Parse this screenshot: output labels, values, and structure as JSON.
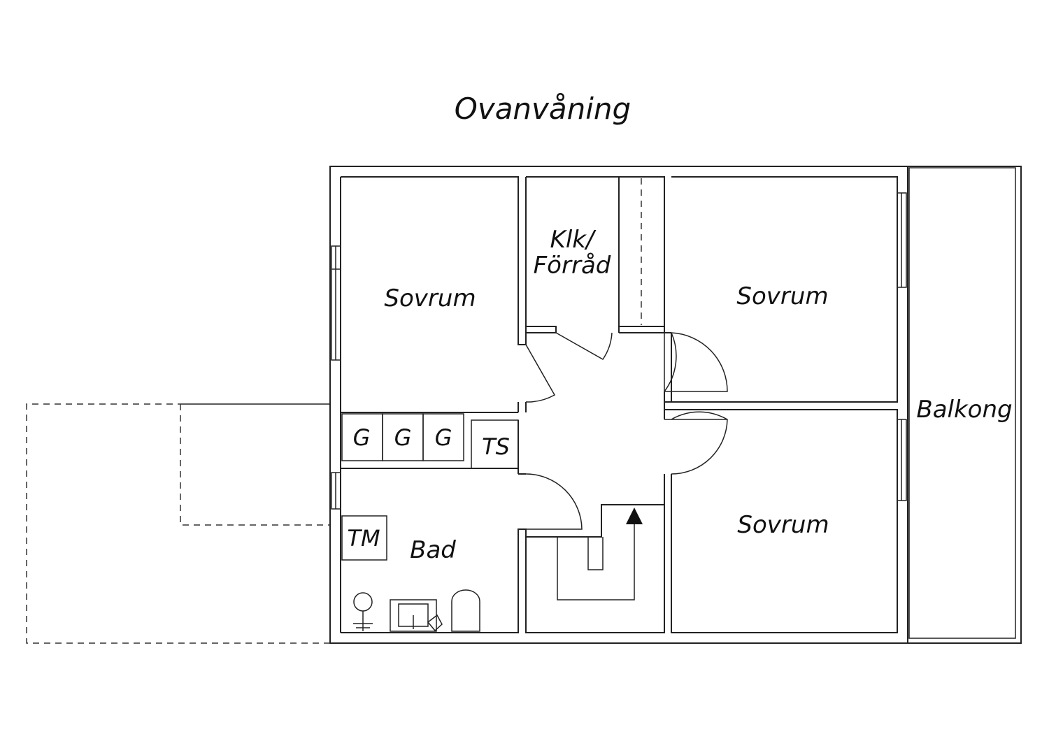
{
  "title": "Ovanvåning",
  "rooms": {
    "sovrum_1": "Sovrum",
    "sovrum_2": "Sovrum",
    "sovrum_3": "Sovrum",
    "klk_line1": "Klk/",
    "klk_line2": "Förråd",
    "balkong": "Balkong",
    "bad": "Bad"
  },
  "fixtures": {
    "g1": "G",
    "g2": "G",
    "g3": "G",
    "ts": "TS",
    "tm": "TM"
  },
  "colors": {
    "line": "#222222",
    "background": "#ffffff"
  }
}
